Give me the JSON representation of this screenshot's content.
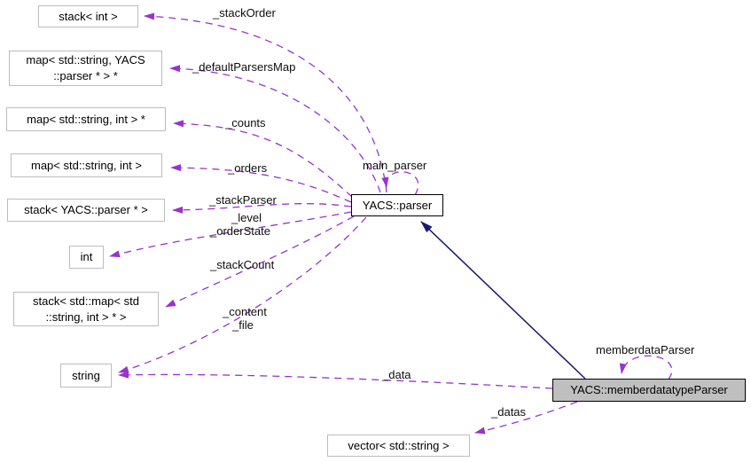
{
  "diagram": {
    "kind": "doxygen-collaboration-graph",
    "colors": {
      "usage_edge": "#9a32cd",
      "inheritance_edge": "#191970",
      "node_border": "#bdbdbd",
      "node_fill": "#ffffff",
      "focus_node_fill": "#bfbfbf",
      "text": "#000000"
    },
    "inheritance": {
      "from": "YACS::memberdatatypeParser",
      "to": "YACS::parser"
    }
  },
  "nodes": [
    {
      "id": "stack-int",
      "lines": [
        "stack< int >"
      ]
    },
    {
      "id": "map-string-yacs-parser-ptr",
      "lines": [
        "map< std::string, YACS",
        "::parser * > *"
      ]
    },
    {
      "id": "map-string-int-ptr",
      "lines": [
        "map< std::string, int > *"
      ]
    },
    {
      "id": "map-string-int",
      "lines": [
        "map< std::string, int >"
      ]
    },
    {
      "id": "stack-yacs-parser-ptr",
      "lines": [
        "stack< YACS::parser * >"
      ]
    },
    {
      "id": "int",
      "lines": [
        "int"
      ]
    },
    {
      "id": "stack-map-string-int-ptr",
      "lines": [
        "stack< std::map< std",
        "::string, int > * >"
      ]
    },
    {
      "id": "string",
      "lines": [
        "string"
      ]
    },
    {
      "id": "yacs-parser",
      "lines": [
        "YACS::parser"
      ]
    },
    {
      "id": "yacs-memberdatatypeparser",
      "lines": [
        "YACS::memberdatatypeParser"
      ]
    },
    {
      "id": "vector-std-string",
      "lines": [
        "vector< std::string >"
      ]
    }
  ],
  "edge_labels": [
    {
      "text": "_stackOrder",
      "from": "YACS::parser",
      "to": "stack< int >"
    },
    {
      "text": "_defaultParsersMap",
      "from": "YACS::parser",
      "to": "map< std::string, YACS::parser * > *"
    },
    {
      "text": "_counts",
      "from": "YACS::parser",
      "to": "map< std::string, int > *"
    },
    {
      "text": "_orders",
      "from": "YACS::parser",
      "to": "map< std::string, int >"
    },
    {
      "text": "_stackParser",
      "from": "YACS::parser",
      "to": "stack< YACS::parser * >"
    },
    {
      "text": "_level",
      "from": "YACS::parser",
      "to": "int"
    },
    {
      "text": "_orderState",
      "from": "YACS::parser",
      "to": "int"
    },
    {
      "text": "_stackCount",
      "from": "YACS::parser",
      "to": "stack< std::map< std::string, int > * >"
    },
    {
      "text": "_content",
      "from": "YACS::parser",
      "to": "string"
    },
    {
      "text": "_file",
      "from": "YACS::parser",
      "to": "string"
    },
    {
      "text": "main_parser",
      "from": "YACS::parser",
      "to": "YACS::parser"
    },
    {
      "text": "memberdataParser",
      "from": "YACS::memberdatatypeParser",
      "to": "YACS::memberdatatypeParser"
    },
    {
      "text": "_data",
      "from": "YACS::memberdatatypeParser",
      "to": "string"
    },
    {
      "text": "_datas",
      "from": "YACS::memberdatatypeParser",
      "to": "vector< std::string >"
    }
  ]
}
